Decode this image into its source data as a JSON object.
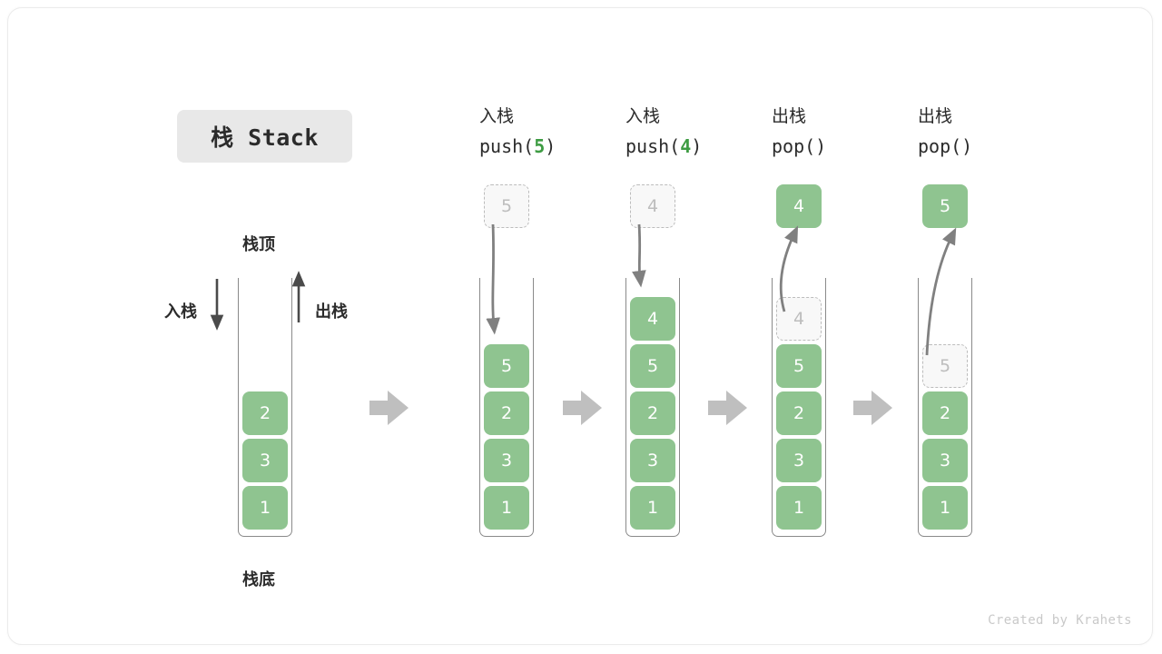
{
  "title_badge": {
    "text": "栈 Stack"
  },
  "left_stack": {
    "top_label": "栈顶",
    "bottom_label": "栈底",
    "push_label": "入栈",
    "pop_label": "出栈",
    "cells": [
      "2",
      "3",
      "1"
    ]
  },
  "columns": [
    {
      "op": "入栈",
      "code_prefix": "push(",
      "code_value": "5",
      "code_suffix": ")",
      "floating_cell": {
        "value": "5",
        "style": "ghost"
      },
      "arrow": "down-into-stack",
      "cells": [
        {
          "value": "5",
          "style": "solid"
        },
        {
          "value": "2",
          "style": "solid"
        },
        {
          "value": "3",
          "style": "solid"
        },
        {
          "value": "1",
          "style": "solid"
        }
      ]
    },
    {
      "op": "入栈",
      "code_prefix": "push(",
      "code_value": "4",
      "code_suffix": ")",
      "floating_cell": {
        "value": "4",
        "style": "ghost"
      },
      "arrow": "down-into-stack",
      "cells": [
        {
          "value": "4",
          "style": "solid"
        },
        {
          "value": "5",
          "style": "solid"
        },
        {
          "value": "2",
          "style": "solid"
        },
        {
          "value": "3",
          "style": "solid"
        },
        {
          "value": "1",
          "style": "solid"
        }
      ]
    },
    {
      "op": "出栈",
      "code_prefix": "pop(",
      "code_value": "",
      "code_suffix": ")",
      "floating_cell": {
        "value": "4",
        "style": "solid"
      },
      "arrow": "up-out-of-stack",
      "cells": [
        {
          "value": "4",
          "style": "ghost"
        },
        {
          "value": "5",
          "style": "solid"
        },
        {
          "value": "2",
          "style": "solid"
        },
        {
          "value": "3",
          "style": "solid"
        },
        {
          "value": "1",
          "style": "solid"
        }
      ]
    },
    {
      "op": "出栈",
      "code_prefix": "pop(",
      "code_value": "",
      "code_suffix": ")",
      "floating_cell": {
        "value": "5",
        "style": "solid"
      },
      "arrow": "up-out-of-stack",
      "cells": [
        {
          "value": "",
          "style": "empty"
        },
        {
          "value": "5",
          "style": "ghost"
        },
        {
          "value": "2",
          "style": "solid"
        },
        {
          "value": "3",
          "style": "solid"
        },
        {
          "value": "1",
          "style": "solid"
        }
      ]
    }
  ],
  "watermark": "Created by Krahets",
  "colors": {
    "cell_green": "#8fc490",
    "accent_green": "#3e9c43",
    "ghost_border": "#bcbcbc",
    "arrow_gray": "#808080",
    "block_arrow_gray": "#bfbfbf",
    "badge_bg": "#e8e8e8",
    "text_dark": "#2b2b2b"
  }
}
